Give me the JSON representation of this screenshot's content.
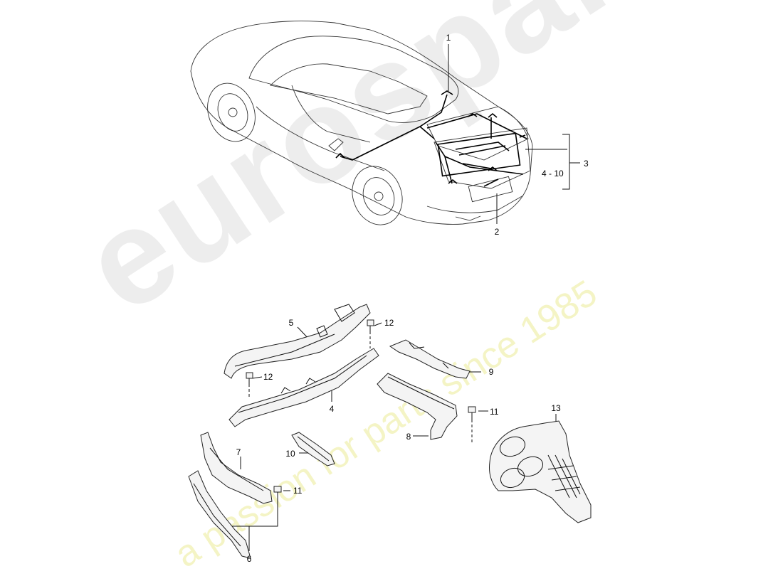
{
  "watermark": {
    "brand": "eurospares",
    "tagline": "a passion for parts since 1985"
  },
  "callouts": {
    "c1": "1",
    "c2": "2",
    "c3": "3",
    "c4_10": "4 - 10",
    "c4": "4",
    "c5": "5",
    "c6": "6",
    "c7": "7",
    "c8": "8",
    "c9": "9",
    "c10": "10",
    "c11a": "11",
    "c11b": "11",
    "c12a": "12",
    "c12b": "12",
    "c13": "13"
  }
}
